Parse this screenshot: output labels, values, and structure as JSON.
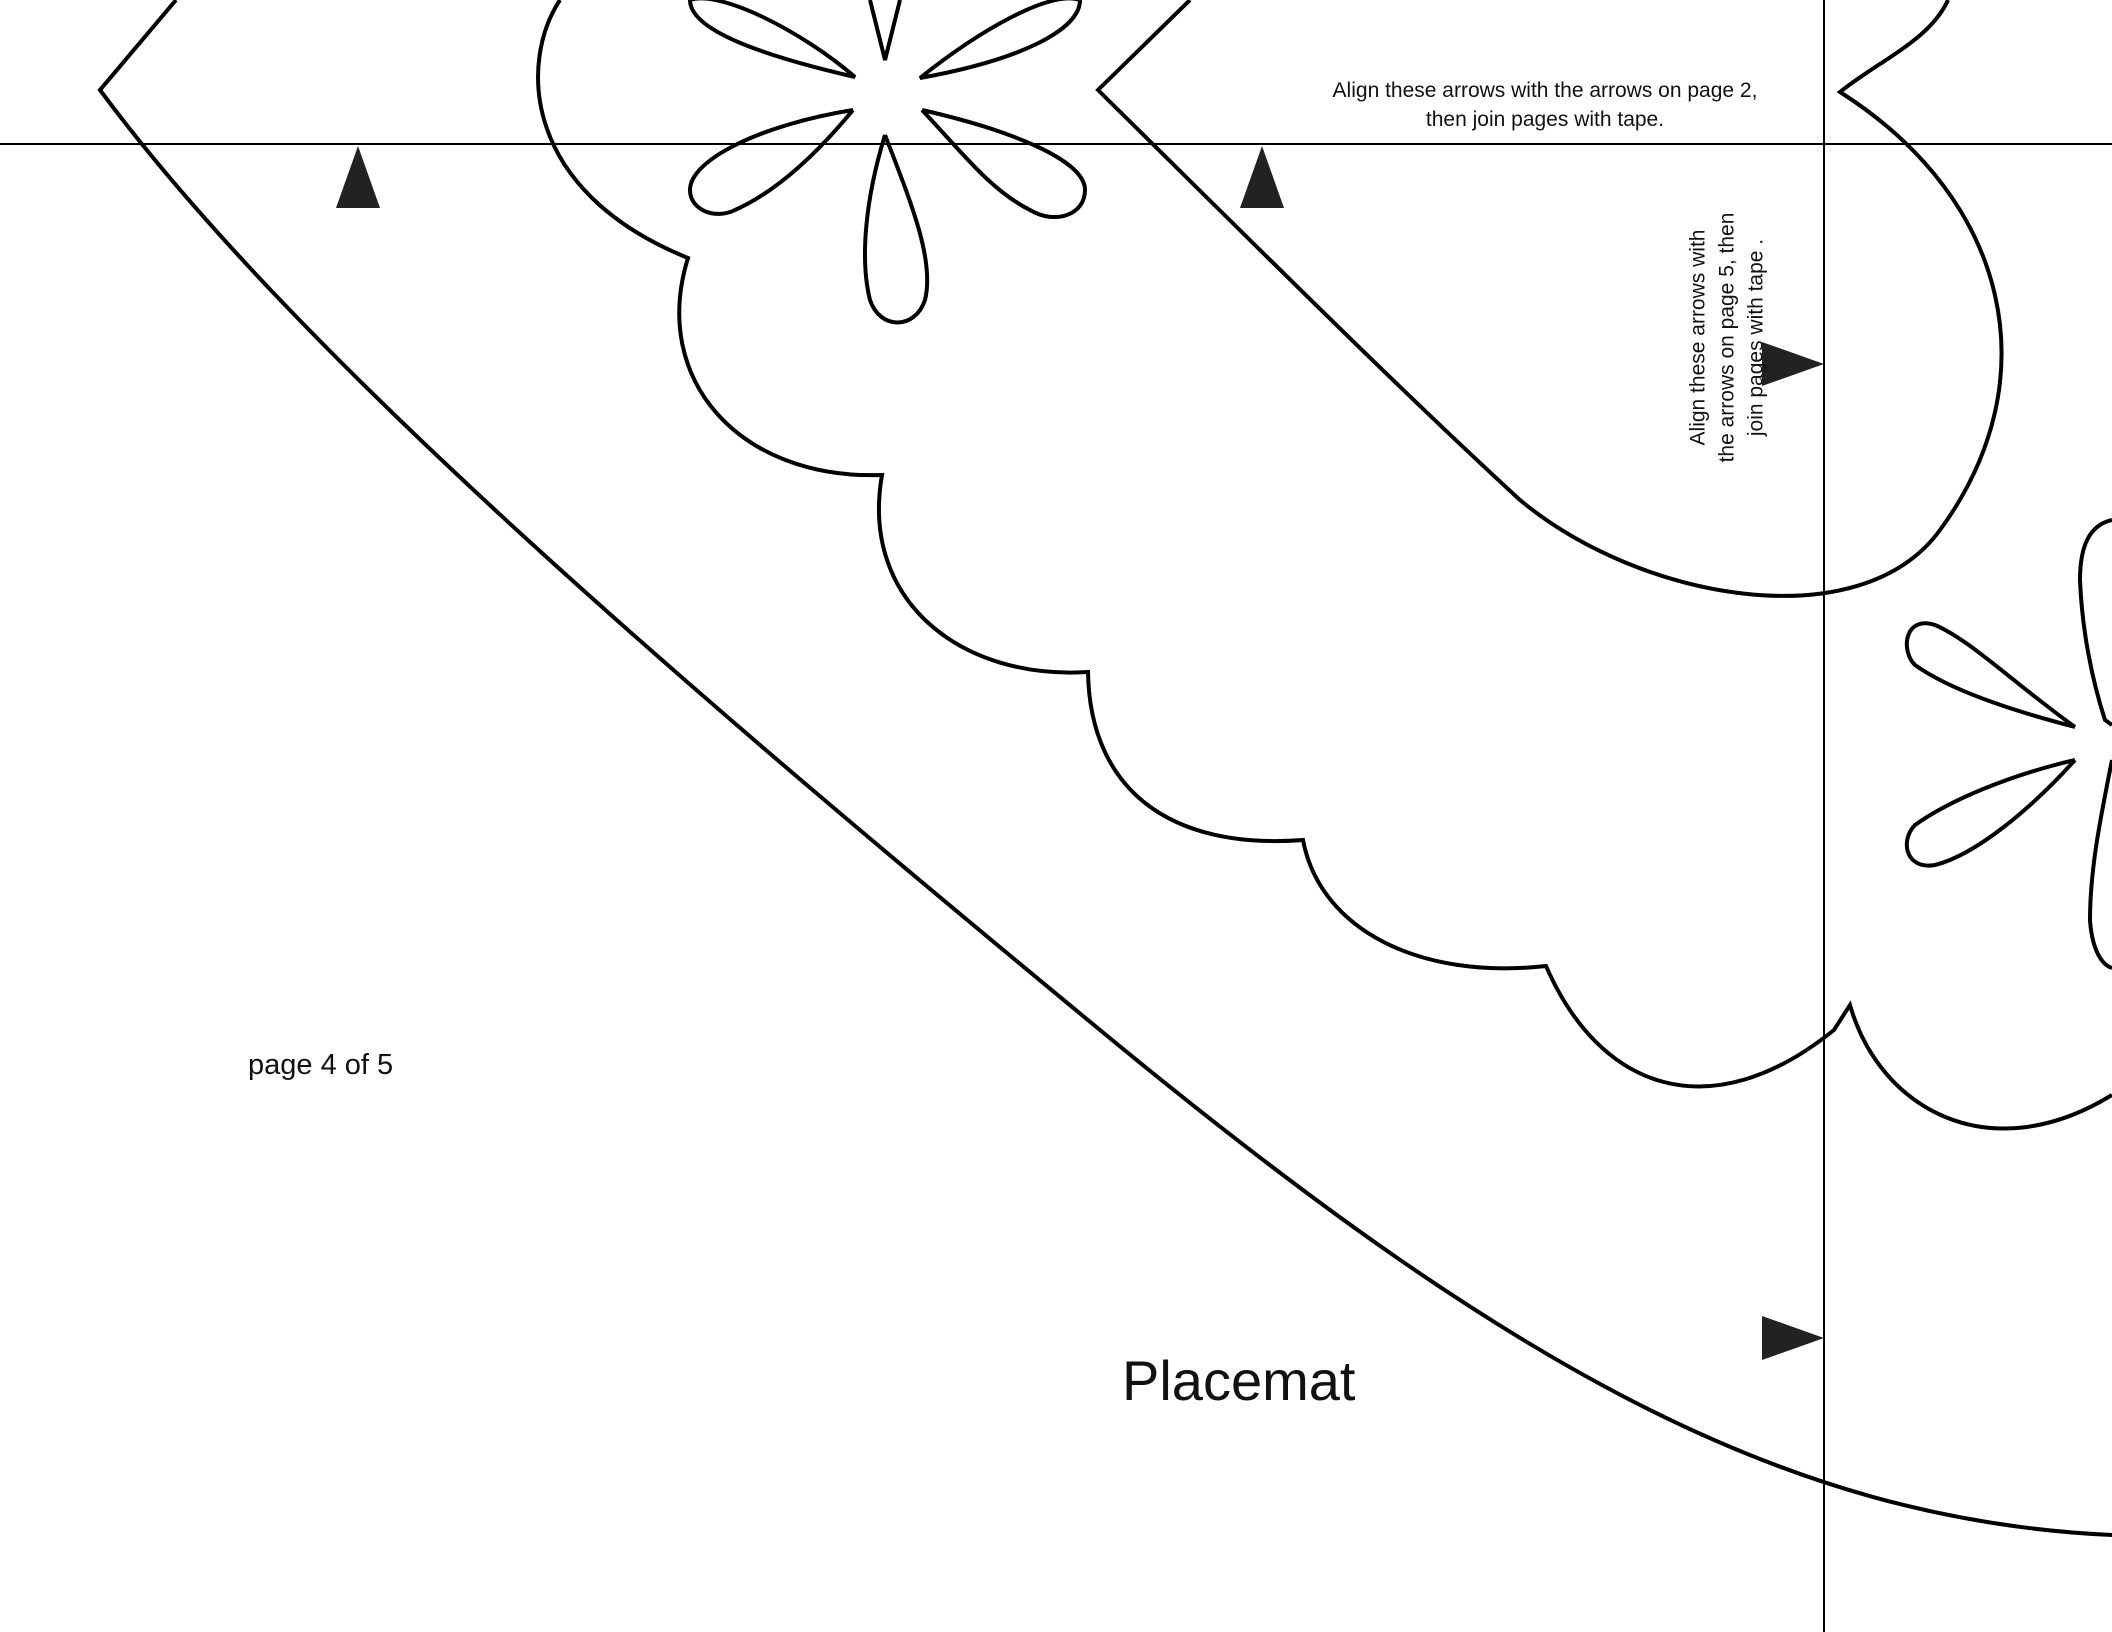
{
  "document": {
    "align_note_top": {
      "line1": "Align these arrows with the arrows on page 2,",
      "line2": "then join pages with tape."
    },
    "align_note_side": {
      "line1": "Align these arrows with",
      "line2": "the arrows on page 5, then",
      "line3": "join pages with tape ."
    },
    "page_label": "page 4 of 5",
    "title": "Placemat"
  },
  "colors": {
    "line": "#000000",
    "arrow": "#222222",
    "background": "#ffffff"
  }
}
